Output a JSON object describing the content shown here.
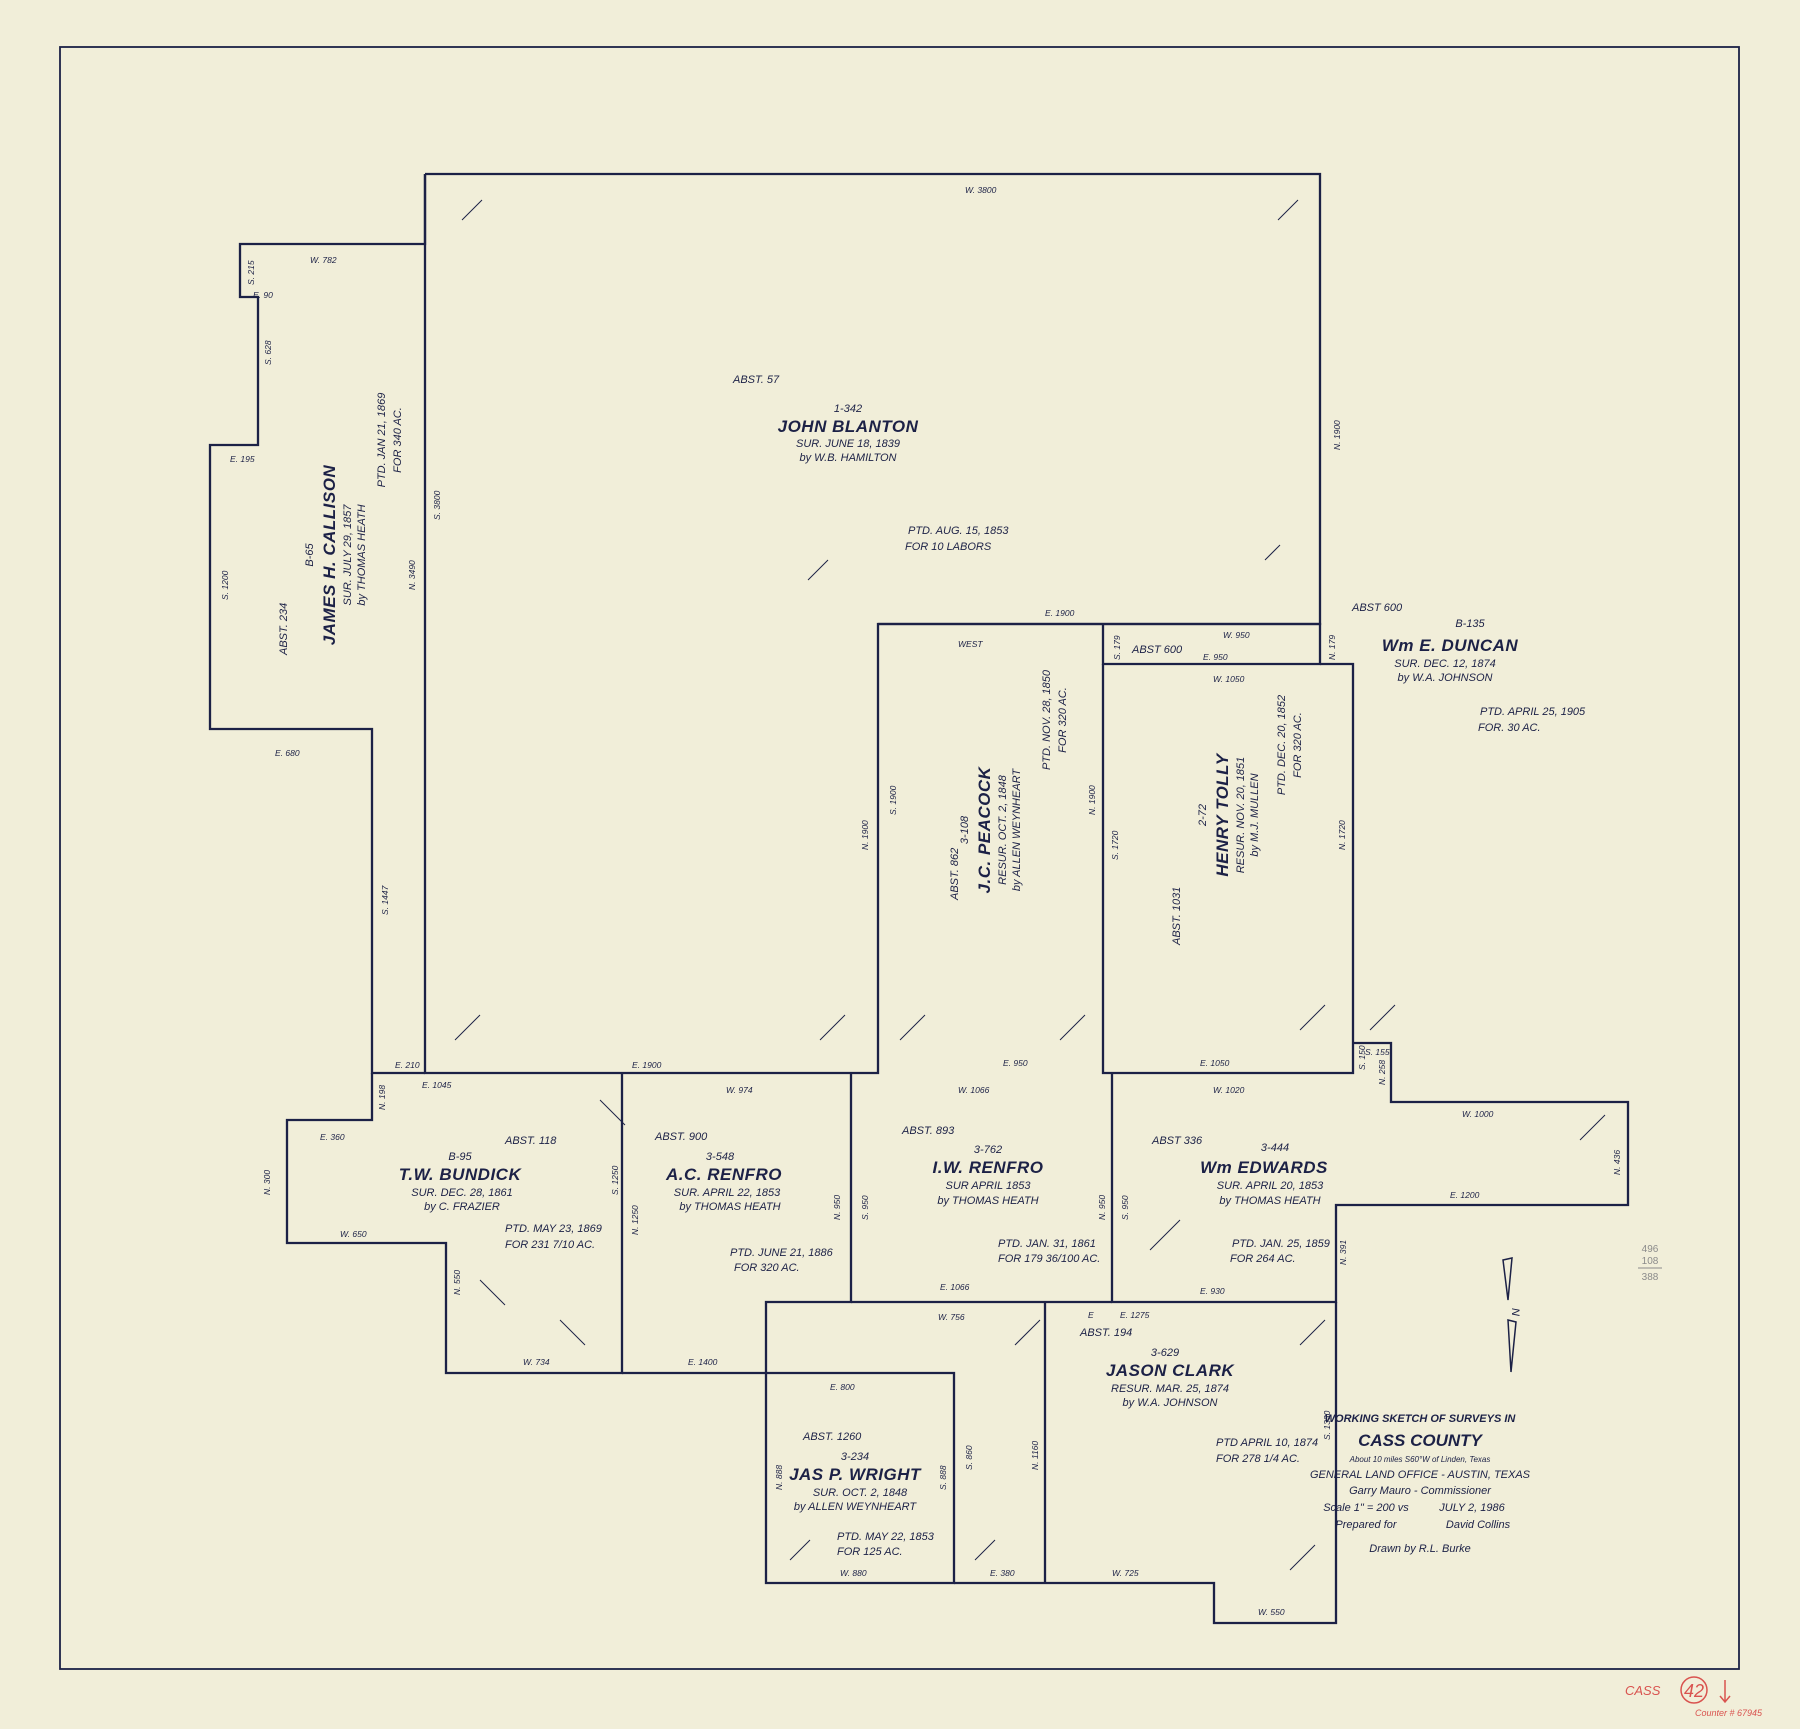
{
  "map": {
    "blanton": {
      "abst": "ABST. 57",
      "num": "1-342",
      "name": "JOHN BLANTON",
      "sur": "SUR. JUNE 18, 1839",
      "by": "by W.B. HAMILTON",
      "ptd": "PTD. AUG. 15, 1853",
      "for": "FOR 10 LABORS"
    },
    "callison": {
      "abst": "ABST. 234",
      "num": "B-65",
      "name": "JAMES H. CALLISON",
      "sur": "SUR. JULY 29, 1857",
      "by": "by THOMAS HEATH",
      "ptd": "PTD. JAN 21, 1869",
      "for": "FOR 340 AC."
    },
    "duncan": {
      "abst": "ABST 600",
      "num": "B-135",
      "name": "Wm E. DUNCAN",
      "sur": "SUR. DEC. 12, 1874",
      "by": "by W.A. JOHNSON",
      "ptd": "PTD. APRIL 25, 1905",
      "for": "FOR. 30 AC."
    },
    "peacock": {
      "abst": "ABST. 862",
      "num": "3-108",
      "name": "J.C. PEACOCK",
      "sur": "RESUR. OCT. 2, 1848",
      "by": "by ALLEN WEYNHEART",
      "ptd": "PTD. NOV. 28, 1850",
      "for": "FOR 320 AC."
    },
    "tolly": {
      "abst": "ABST. 1031",
      "num": "2-72",
      "name": "HENRY TOLLY",
      "sur": "RESUR. NOV. 20, 1851",
      "by": "by M.J. MULLEN",
      "ptd": "PTD. DEC. 20, 1852",
      "for": "FOR 320 AC."
    },
    "tolly_abst600": "ABST 600",
    "bundick": {
      "abst": "ABST. 118",
      "num": "B-95",
      "name": "T.W. BUNDICK",
      "sur": "SUR. DEC. 28, 1861",
      "by": "by C. FRAZIER",
      "ptd": "PTD. MAY 23, 1869",
      "for": "FOR 231 7/10 AC."
    },
    "acrenfro": {
      "abst": "ABST. 900",
      "num": "3-548",
      "name": "A.C. RENFRO",
      "sur": "SUR. APRIL 22, 1853",
      "by": "by THOMAS HEATH",
      "ptd": "PTD. JUNE 21, 1886",
      "for": "FOR 320 AC."
    },
    "iwrenfro": {
      "abst": "ABST. 893",
      "num": "3-762",
      "name": "I.W. RENFRO",
      "sur": "SUR APRIL 1853",
      "by": "by THOMAS HEATH",
      "ptd": "PTD. JAN. 31, 1861",
      "for": "FOR 179 36/100 AC."
    },
    "edwards": {
      "abst": "ABST 336",
      "num": "3-444",
      "name": "Wm EDWARDS",
      "sur": "SUR. APRIL 20, 1853",
      "by": "by THOMAS HEATH",
      "ptd": "PTD. JAN. 25, 1859",
      "for": "FOR 264 AC."
    },
    "clark": {
      "abst": "ABST. 194",
      "num": "3-629",
      "name": "JASON CLARK",
      "sur": "RESUR. MAR. 25, 1874",
      "by": "by W.A. JOHNSON",
      "ptd": "PTD APRIL 10, 1874",
      "for": "FOR 278 1/4 AC."
    },
    "wright": {
      "abst": "ABST. 1260",
      "num": "3-234",
      "name": "JAS P. WRIGHT",
      "sur": "SUR. OCT. 2, 1848",
      "by": "by ALLEN WEYNHEART",
      "ptd": "PTD. MAY 22, 1853",
      "for": "FOR 125 AC."
    }
  },
  "calls": {
    "w3800": "W. 3800",
    "n1900a": "N. 1900",
    "s3800": "S. 3800",
    "w782": "W. 782",
    "s215": "S. 215",
    "e90": "E. 90",
    "s628": "S. 628",
    "e195": "E. 195",
    "s1200": "S. 1200",
    "e680": "E. 680",
    "s1447": "S. 1447",
    "n3490": "N. 3490",
    "e210": "E. 210",
    "e1900": "E. 1900",
    "w950": "W. 950",
    "e950a": "E. 950",
    "w1050": "W. 1050",
    "west": "WEST",
    "n1900b": "N. 1900",
    "s1900": "S. 1900",
    "n1900c": "N. 1900",
    "s1720": "S. 1720",
    "n1720": "N. 1720",
    "s179": "S. 179",
    "n179": "N. 179",
    "e950b": "E. 950",
    "e1050": "E. 1050",
    "s155": "S. 155",
    "n258": "N. 258",
    "s150": "S. 150",
    "w1000": "W. 1000",
    "n436": "N. 436",
    "e1200": "E. 1200",
    "n391": "N. 391",
    "e1900b": "E. 1900",
    "w974": "W. 974",
    "w1066": "W. 1066",
    "w1020": "W. 1020",
    "e360": "E. 360",
    "n300": "N. 300",
    "w650": "W. 650",
    "n550": "N. 550",
    "s1250": "S. 1250",
    "n1250": "N. 1250",
    "n950a": "N. 950",
    "s950a": "S. 950",
    "n950b": "N. 950",
    "s950b": "S. 950",
    "e1066": "E. 1066",
    "w756": "W. 756",
    "e930": "E. 930",
    "w734": "W. 734",
    "e1400": "E. 1400",
    "e800": "E. 800",
    "n888": "N. 888",
    "s888": "S. 888",
    "s860": "S. 860",
    "n1160": "N. 1160",
    "w880": "W. 880",
    "e380": "E. 380",
    "w725": "W. 725",
    "w550": "W. 550",
    "s1330": "S. 1330",
    "n198": "N. 198",
    "e1045": "E. 1045",
    "e": "E",
    "e1275": "E. 1275"
  },
  "title_block": {
    "line1": "WORKING SKETCH OF SURVEYS IN",
    "county": "CASS COUNTY",
    "line3": "About 10 miles S60°W of Linden, Texas",
    "line4": "GENERAL LAND OFFICE - AUSTIN, TEXAS",
    "line5": "Garry Mauro - Commissioner",
    "scale": "Scale 1\" = 200 vs",
    "date": "JULY 2, 1986",
    "prepared_label": "Prepared for",
    "prepared_name": "David Collins",
    "drawn": "Drawn by  R.L. Burke"
  },
  "north_arrow": {
    "letter": "N"
  },
  "margin": {
    "fraction_top": "496",
    "fraction_mid": "108",
    "fraction_bottom": "388",
    "county_stamp": "CASS",
    "sheet_number": "42",
    "counter": "Counter # 67945"
  },
  "colors": {
    "paper": "#f1eed9",
    "ink": "#1c2146",
    "red_stamp": "#d9534f"
  }
}
